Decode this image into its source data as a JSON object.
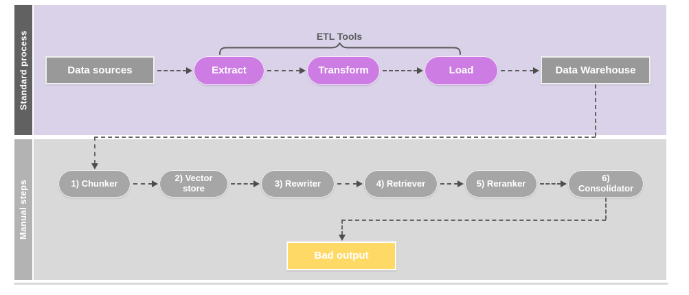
{
  "lanes": [
    {
      "label": "Standard process"
    },
    {
      "label": "Manual steps"
    }
  ],
  "etl_group": {
    "label": "ETL Tools"
  },
  "standard_nodes": {
    "data_sources": "Data sources",
    "extract": "Extract",
    "transform": "Transform",
    "load": "Load",
    "data_warehouse": "Data Warehouse"
  },
  "manual_nodes": {
    "chunker": "1) Chunker",
    "vector_store": "2) Vector\nstore",
    "rewriter": "3) Rewriter",
    "retriever": "4) Retriever",
    "reranker": "5) Reranker",
    "consolidator": "6)\nConsolidator",
    "bad_output": "Bad output"
  },
  "colors": {
    "standard_lane_bg": "#d9d2e9",
    "manual_lane_bg": "#d9d9d9",
    "standard_lane_bar": "#616161",
    "manual_lane_bar": "#b3b3b3",
    "gray_box": "#999999",
    "gray_pill": "#a6a6a6",
    "etl_pill": "#cc7ce3",
    "bad_output_box": "#ffd966",
    "connector_line": "#5a5a5a"
  }
}
